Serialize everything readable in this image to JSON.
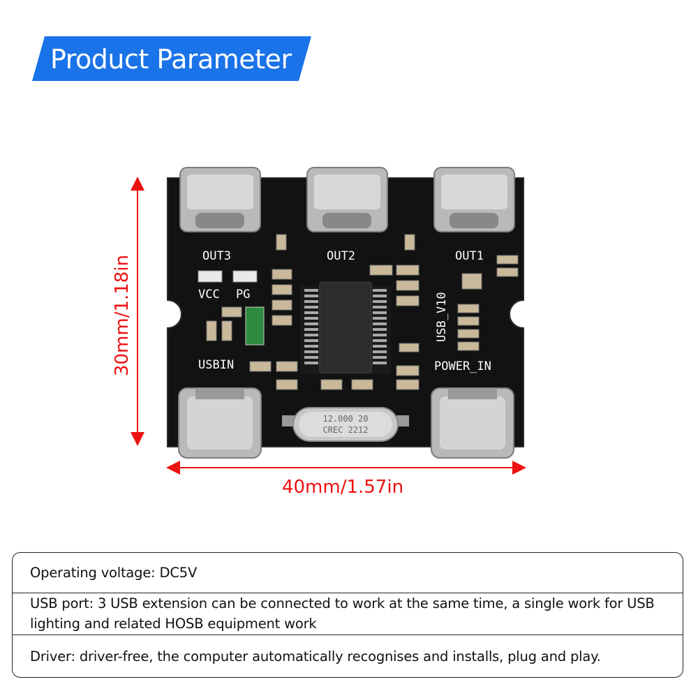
{
  "header": {
    "title": "Product Parameter",
    "accent_color": "#1a73e8"
  },
  "board": {
    "labels": {
      "out3": "OUT3",
      "out2": "OUT2",
      "out1": "OUT1",
      "vcc": "VCC",
      "pg": "PG",
      "usbin": "USBIN",
      "power_in": "POWER_IN",
      "version": "USB_V10",
      "crystal_line1": "12.000 20",
      "crystal_line2": "CREC 2212"
    }
  },
  "dimensions": {
    "width": "40mm/1.57in",
    "height": "30mm/1.18in",
    "color": "#ee1111"
  },
  "specs": [
    {
      "text": "Operating voltage: DC5V"
    },
    {
      "text": "USB port: 3 USB extension can be connected to work at the same time, a single work for USB lighting and related HOSB equipment work"
    },
    {
      "text": "Driver: driver-free, the computer automatically recognises and installs, plug and play."
    }
  ]
}
